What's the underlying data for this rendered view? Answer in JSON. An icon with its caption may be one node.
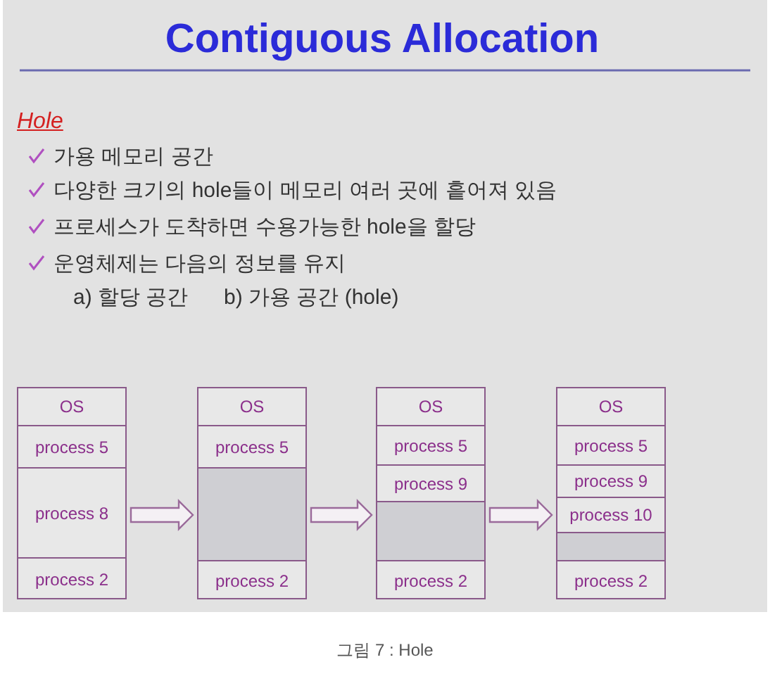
{
  "diagram": {
    "title": "Contiguous Allocation",
    "caption": "그림 7 : Hole",
    "nodes": [
      {
        "text": [],
        "shape": "box"
      },
      {
        "text": [
          "OS"
        ],
        "in": 0
      },
      {
        "text": [
          "process 5"
        ],
        "in": 0
      },
      {
        "text": [
          "process 8"
        ],
        "in": 0
      },
      {
        "text": [
          "process 2"
        ],
        "in": 0
      },
      {
        "text": [],
        "shape": "box"
      },
      {
        "text": [
          "OS"
        ],
        "in": 5
      },
      {
        "text": [
          "process 5"
        ],
        "in": 5
      },
      {
        "text": [],
        "shape": "box",
        "in": 5
      },
      {
        "text": [
          "process 2"
        ],
        "in": 5
      },
      {
        "text": [],
        "shape": "box"
      },
      {
        "text": [
          "OS"
        ],
        "in": 10
      },
      {
        "text": [
          "process 5"
        ],
        "in": 10
      },
      {
        "text": [
          "process 9"
        ],
        "in": 10
      },
      {
        "text": [],
        "shape": "box",
        "in": 10
      },
      {
        "text": [
          "process 2"
        ],
        "in": 10
      },
      {
        "text": [],
        "shape": "box"
      },
      {
        "text": [
          "OS"
        ],
        "in": 16
      },
      {
        "text": [
          "process 5"
        ],
        "in": 16
      },
      {
        "text": [
          "process 9"
        ],
        "in": 16
      },
      {
        "text": [
          "process 10"
        ],
        "in": 16
      },
      {
        "text": [],
        "shape": "box",
        "in": 16
      },
      {
        "text": [
          "process 2"
        ],
        "in": 16
      }
    ],
    "edges": [
      {
        "from": 0,
        "to": 5,
        "arrow": "to"
      },
      {
        "from": 5,
        "to": 10,
        "arrow": "to"
      },
      {
        "from": 10,
        "to": 16,
        "arrow": "to"
      }
    ],
    "labels": [
      "Hole",
      "가용 메모리 공간",
      "다양한 크기의 hole들이 메모리 여러 곳에 흩어져 있음",
      "프로세스가 도착하면 수용가능한 hole을 할당",
      "운영체제는 다음의 정보를 유지",
      "a) 할당 공간",
      "b) 가용 공간 (hole)"
    ]
  }
}
